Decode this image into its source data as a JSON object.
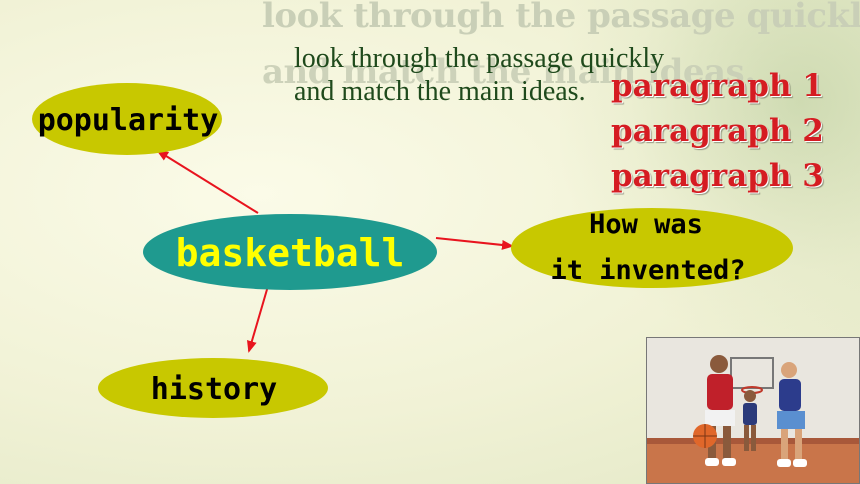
{
  "slide": {
    "ghost_title_line1": "look through the passage quickly",
    "ghost_title_line2": "and  match the main ideas.",
    "instruction_line1": "look through the passage quickly",
    "instruction_line2": "and  match the main ideas.",
    "paragraphs": [
      "paragraph 1",
      "paragraph 2",
      "paragraph 3"
    ]
  },
  "mind_map": {
    "center": "basketball",
    "popularity": "popularity",
    "history": "history",
    "invented_line1": "How was",
    "invented_line2": "it invented?"
  },
  "colors": {
    "center_fill": "#1f9a8f",
    "center_text": "#ffff00",
    "bubble_fill": "#c8c800",
    "arrow": "#e8141e",
    "paragraph_text": "#d51c22",
    "instruction_text": "#1f4a1c"
  },
  "photo": {
    "icon": "basketball-players-photo"
  }
}
